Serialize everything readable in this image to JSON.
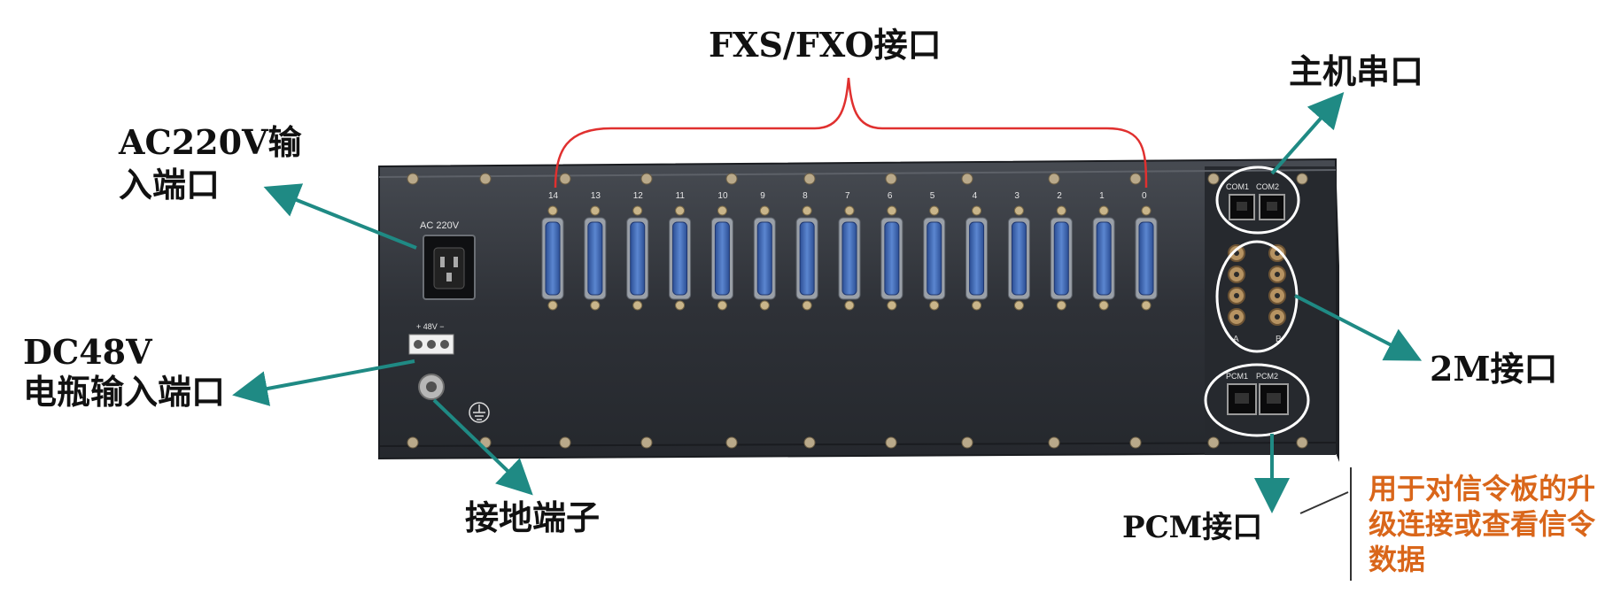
{
  "labels": {
    "fxs_fxo": "FXS/FXO接口",
    "host_serial": "主机串口",
    "ac_line1": "AC220V输",
    "ac_line2": "入端口",
    "dc_line1": "DC48V",
    "dc_line2": "电瓶输入端口",
    "port_2m": "2M接口",
    "ground": "接地端子",
    "pcm": "PCM接口"
  },
  "note": {
    "lines": [
      "用于对信令板的升",
      "级连接或查看信令",
      "数据"
    ]
  },
  "panel": {
    "ac_text": "AC 220V",
    "dc_text": "+  48V  −",
    "com1": "COM1",
    "com2": "COM2",
    "pcm1": "PCM1",
    "pcm2": "PCM2",
    "e1_left": "A",
    "e1_right": "B",
    "db_numbers": [
      "14",
      "13",
      "12",
      "11",
      "10",
      "9",
      "8",
      "7",
      "6",
      "5",
      "4",
      "3",
      "2",
      "1",
      "0"
    ]
  },
  "colors": {
    "chassis": "#2e3137",
    "arrow": "#1f8a84",
    "bracket": "#e0302f",
    "connector": "#3f66b0",
    "note": "#d9661a"
  }
}
